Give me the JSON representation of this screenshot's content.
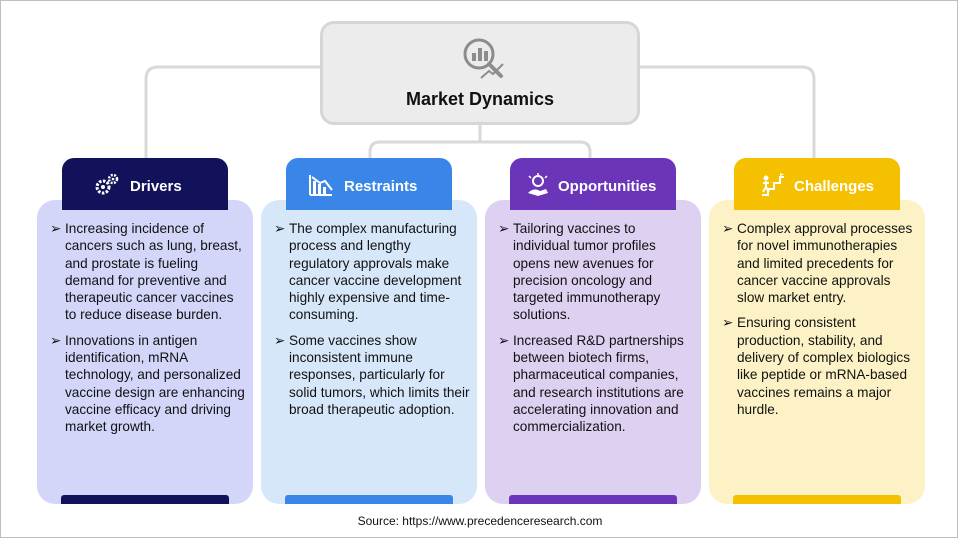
{
  "header": {
    "title": "Market Dynamics",
    "icon": "chart-magnifier-icon"
  },
  "colors": {
    "drivers": "#12125a",
    "restraints": "#3a86e8",
    "opportunities": "#6a35b8",
    "challenges": "#f5c000",
    "connector": "#d9d9d9"
  },
  "cards": [
    {
      "title": "Drivers",
      "icon": "gears-icon",
      "bullets": [
        "Increasing incidence of cancers such as lung, breast, and prostate is fueling demand for preventive and therapeutic cancer vaccines to reduce disease burden.",
        "Innovations in antigen identification, mRNA technology, and personalized vaccine design are enhancing vaccine efficacy and driving market growth."
      ]
    },
    {
      "title": "Restraints",
      "icon": "declining-chart-icon",
      "bullets": [
        "The complex manufacturing process and lengthy regulatory approvals make cancer vaccine development highly expensive and time-consuming.",
        "Some vaccines show inconsistent immune responses, particularly for solid tumors, which limits their broad therapeutic adoption."
      ]
    },
    {
      "title": "Opportunities",
      "icon": "lightbulb-hand-icon",
      "bullets": [
        "Tailoring vaccines to individual tumor profiles opens new avenues for precision oncology and targeted immunotherapy solutions.",
        "Increased R&D partnerships between biotech firms, pharmaceutical companies, and research institutions are accelerating innovation and commercialization."
      ]
    },
    {
      "title": "Challenges",
      "icon": "climbing-steps-icon",
      "bullets": [
        "Complex approval processes for novel immunotherapies and limited precedents for cancer vaccine approvals slow market entry.",
        "Ensuring consistent production, stability, and delivery of complex biologics like peptide or mRNA-based vaccines remains a major hurdle."
      ]
    }
  ],
  "bullet_marker": "➢",
  "footer": {
    "source": "Source: https://www.precedenceresearch.com"
  }
}
